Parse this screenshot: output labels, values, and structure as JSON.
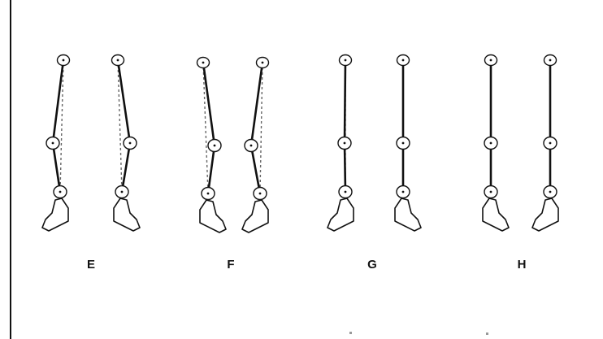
{
  "diagram": {
    "panels": [
      {
        "id": "E",
        "label": "E"
      },
      {
        "id": "F",
        "label": "F"
      },
      {
        "id": "G",
        "label": "G"
      },
      {
        "id": "H",
        "label": "H"
      }
    ]
  }
}
